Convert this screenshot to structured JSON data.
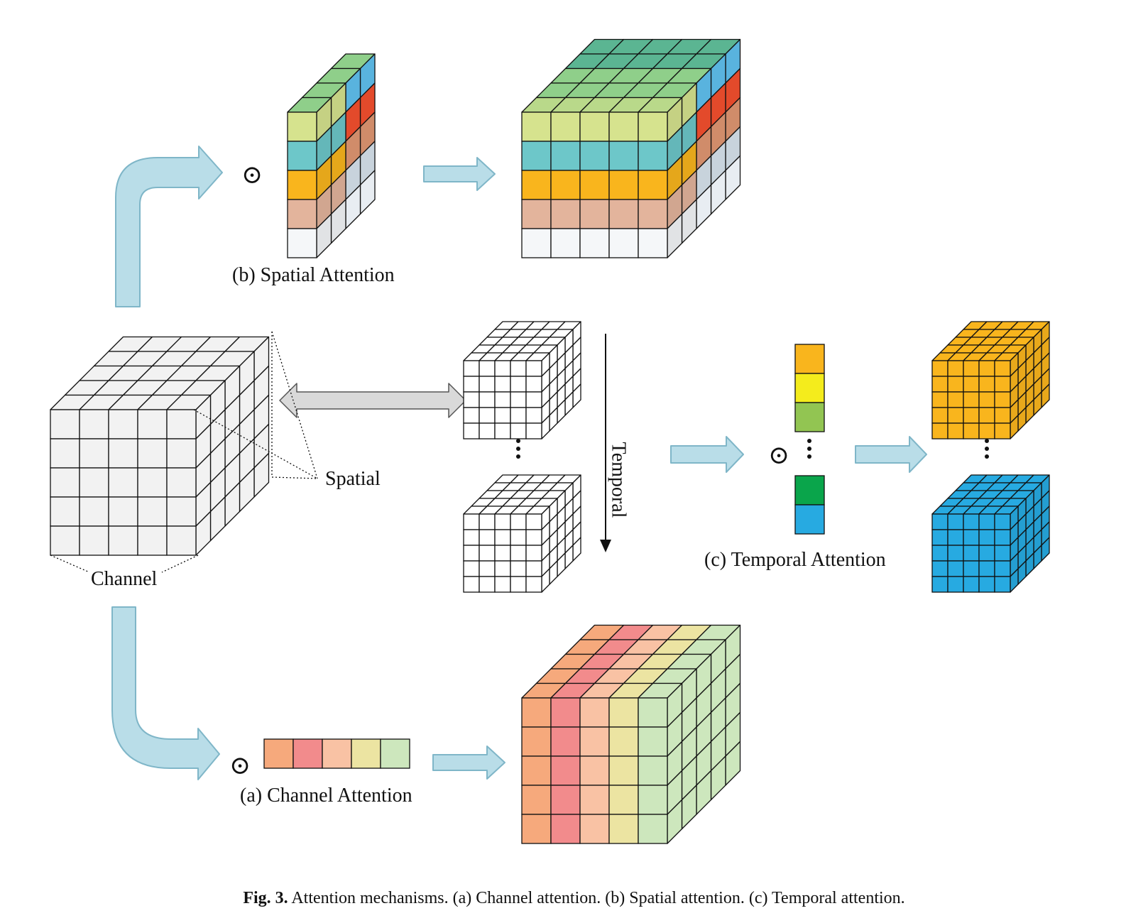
{
  "labels": {
    "spatial_attention": "(b) Spatial Attention",
    "channel_attention": "(a) Channel Attention",
    "temporal_attention": "(c) Temporal Attention",
    "spatial": "Spatial",
    "channel": "Channel",
    "temporal": "Temporal",
    "odot": "⊙"
  },
  "caption": {
    "prefix": "Fig. 3.",
    "text": "Attention mechanisms. (a) Channel attention. (b) Spatial attention. (c) Temporal attention."
  },
  "colors": {
    "arrow_fill": "#b9dde8",
    "arrow_stroke": "#7fb6c8",
    "grey_arrow": "#d9d9d9",
    "plain_cell": "#f2f2f2",
    "spatial_rows": [
      "#d6e38e",
      "#6dc7c9",
      "#f9b51d",
      "#e3b49c",
      "#f5f7f9"
    ],
    "spatial_top": "#8fcf8a",
    "spatial_side": [
      "#59b3de",
      "#e34a2b",
      "#d08c6a",
      "#c8d3dc",
      "#e8edf2"
    ],
    "channel_cols": [
      "#f6a97c",
      "#f28b8c",
      "#f9c2a4",
      "#ece4a2",
      "#cde7bd"
    ],
    "temporal_vec": [
      "#f9b51d",
      "#f4ec1c",
      "#92c552",
      "#0aa54b",
      "#27aae1"
    ],
    "temporal_cube_orange": "#f9b51d",
    "temporal_cube_blue": "#27aae1"
  }
}
